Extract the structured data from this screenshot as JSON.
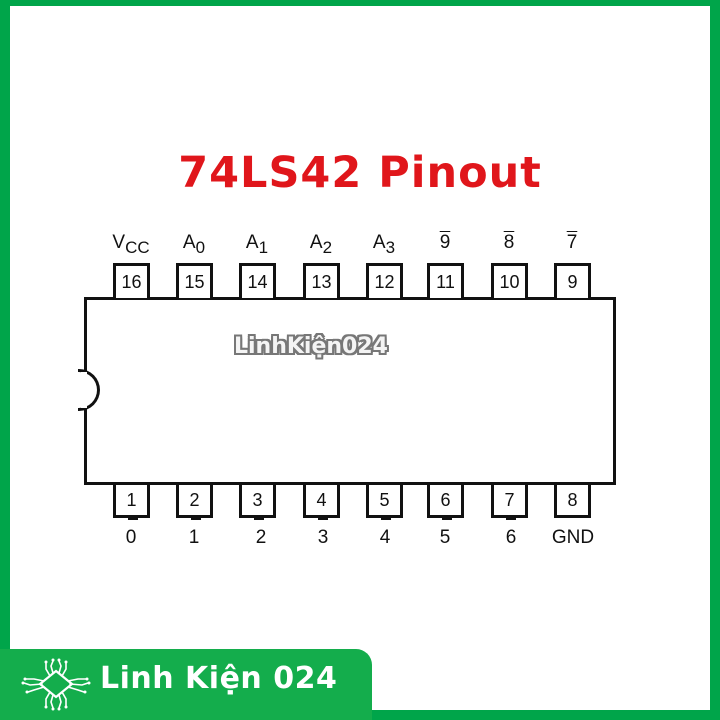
{
  "title": "74LS42 Pinout",
  "watermark": "LinhKiện024",
  "banner": {
    "text": "Linh Kiện 024",
    "icon": "circuit-chip-icon"
  },
  "colors": {
    "border": "#00a54a",
    "title": "#e0161b",
    "banner": "#14ad4c",
    "outline": "#111111"
  },
  "top_pins": [
    {
      "number": "16",
      "label": "V",
      "sub": "CC",
      "overline": false
    },
    {
      "number": "15",
      "label": "A",
      "sub": "0",
      "overline": false
    },
    {
      "number": "14",
      "label": "A",
      "sub": "1",
      "overline": false
    },
    {
      "number": "13",
      "label": "A",
      "sub": "2",
      "overline": false
    },
    {
      "number": "12",
      "label": "A",
      "sub": "3",
      "overline": false
    },
    {
      "number": "11",
      "label": "9",
      "sub": "",
      "overline": true
    },
    {
      "number": "10",
      "label": "8",
      "sub": "",
      "overline": true
    },
    {
      "number": "9",
      "label": "7",
      "sub": "",
      "overline": true
    }
  ],
  "bottom_pins": [
    {
      "number": "1",
      "label": "0"
    },
    {
      "number": "2",
      "label": "1"
    },
    {
      "number": "3",
      "label": "2"
    },
    {
      "number": "4",
      "label": "3"
    },
    {
      "number": "5",
      "label": "4"
    },
    {
      "number": "6",
      "label": "5"
    },
    {
      "number": "7",
      "label": "6"
    },
    {
      "number": "8",
      "label": "GND"
    }
  ]
}
